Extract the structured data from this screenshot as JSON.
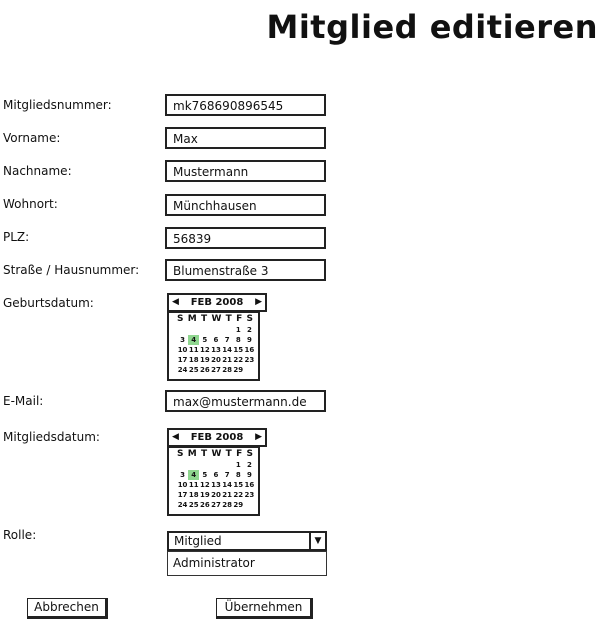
{
  "title": "Mitglied editieren",
  "fields": {
    "mitgliedsnummer": {
      "label": "Mitgliedsnummer:",
      "value": "mk768690896545"
    },
    "vorname": {
      "label": "Vorname:",
      "value": "Max"
    },
    "nachname": {
      "label": "Nachname:",
      "value": "Mustermann"
    },
    "wohnort": {
      "label": "Wohnort:",
      "value": "Münchhausen"
    },
    "plz": {
      "label": "PLZ:",
      "value": "56839"
    },
    "strasse": {
      "label": "Straße / Hausnummer:",
      "value": "Blumenstraße 3"
    },
    "geburtsdatum": {
      "label": "Geburtsdatum:"
    },
    "email": {
      "label": "E-Mail:",
      "value": "max@mustermann.de"
    },
    "mitgliedsdatum": {
      "label": "Mitgliedsdatum:"
    },
    "rolle": {
      "label": "Rolle:"
    }
  },
  "calendar": {
    "month": "FEB 2008",
    "prev_icon": "◀",
    "next_icon": "▶",
    "weekdays": [
      "S",
      "M",
      "T",
      "W",
      "T",
      "F",
      "S"
    ],
    "days": [
      "",
      "",
      "",
      "",
      "",
      "1",
      "2",
      "3",
      "4",
      "5",
      "6",
      "7",
      "8",
      "9",
      "10",
      "11",
      "12",
      "13",
      "14",
      "15",
      "16",
      "17",
      "18",
      "19",
      "20",
      "21",
      "22",
      "23",
      "24",
      "25",
      "26",
      "27",
      "28",
      "29"
    ],
    "selected_day": "4",
    "selected_color": "#8fd68f"
  },
  "rolle": {
    "selected": "Mitglied",
    "options_visible": [
      "Administrator"
    ],
    "arrow_icon": "▼"
  },
  "buttons": {
    "cancel": "Abbrechen",
    "apply": "Übernehmen"
  }
}
